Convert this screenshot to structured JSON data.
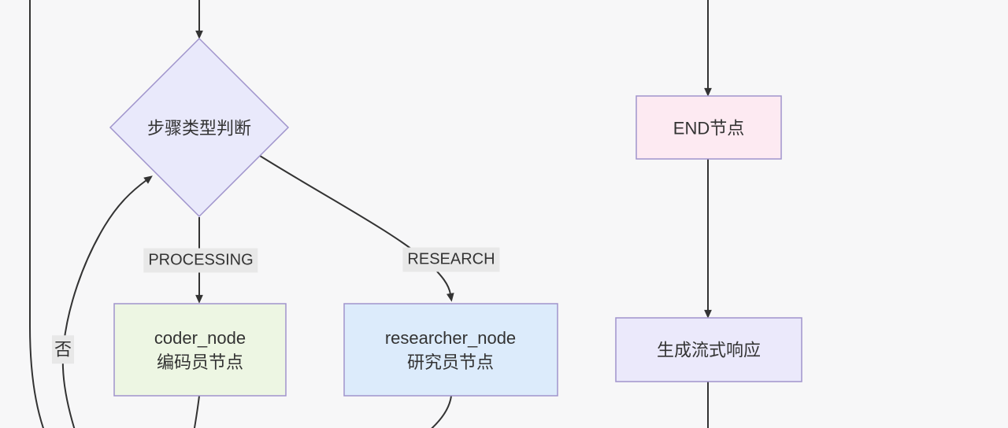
{
  "diagram": {
    "type": "flowchart",
    "background": "#f7f7f8",
    "edge_color": "#333333",
    "node_border_color": "#a094cc",
    "edge_label_bg": "#e8e8e8",
    "text_color": "#333333"
  },
  "nodes": {
    "decision": {
      "label": "步骤类型判断",
      "shape": "diamond",
      "fill": "#e9e9fb"
    },
    "coder": {
      "line1": "coder_node",
      "line2": "编码员节点",
      "shape": "rect",
      "fill": "#edf6e3"
    },
    "researcher": {
      "line1": "researcher_node",
      "line2": "研究员节点",
      "shape": "rect",
      "fill": "#dcebfb"
    },
    "end_node": {
      "label": "END节点",
      "shape": "rect",
      "fill": "#fdeaf2"
    },
    "stream_response": {
      "label": "生成流式响应",
      "shape": "rect",
      "fill": "#ebe9fb"
    }
  },
  "edge_labels": {
    "processing": "PROCESSING",
    "research": "RESEARCH",
    "no": "否"
  },
  "edges": [
    {
      "from": "offscreen-top",
      "to": "decision",
      "label": ""
    },
    {
      "from": "decision",
      "to": "coder",
      "label": "PROCESSING"
    },
    {
      "from": "decision",
      "to": "researcher",
      "label": "RESEARCH"
    },
    {
      "from": "offscreen-bottom",
      "to": "decision",
      "label": "否"
    },
    {
      "from": "offscreen-top",
      "to": "end_node",
      "label": ""
    },
    {
      "from": "end_node",
      "to": "stream_response",
      "label": ""
    },
    {
      "from": "stream_response",
      "to": "offscreen-bottom",
      "label": ""
    },
    {
      "from": "coder",
      "to": "offscreen-bottom",
      "label": ""
    },
    {
      "from": "researcher",
      "to": "offscreen-bottom",
      "label": ""
    },
    {
      "from": "offscreen-top-left",
      "to": "offscreen-bottom-left",
      "label": ""
    }
  ]
}
